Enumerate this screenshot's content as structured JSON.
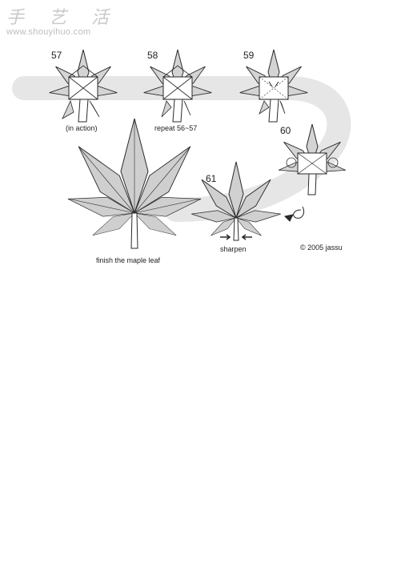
{
  "watermark": {
    "title": "手 艺 活",
    "url": "www.shouyihuo.com"
  },
  "steps": [
    {
      "number": "57",
      "caption": "(in action)"
    },
    {
      "number": "58",
      "caption": "repeat 56~57"
    },
    {
      "number": "59",
      "caption": ""
    },
    {
      "number": "60",
      "caption": ""
    },
    {
      "number": "61",
      "caption": "sharpen"
    }
  ],
  "final_caption": "finish the maple leaf",
  "copyright": "© 2005 jassu",
  "colors": {
    "paper_gray": "#cfcfcf",
    "line": "#2a2a2a",
    "path_band": "#e6e6e6"
  }
}
